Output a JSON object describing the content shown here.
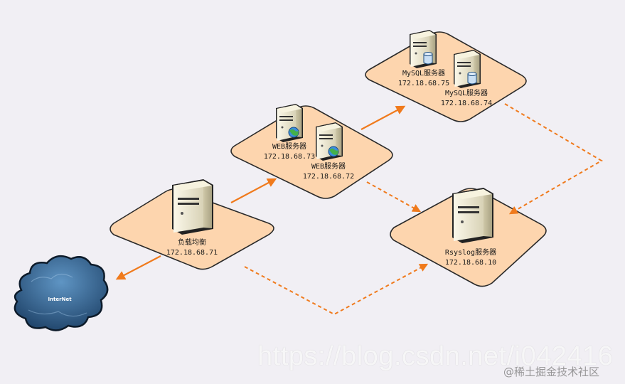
{
  "colors": {
    "zone_fill": "#fdd5ae",
    "zone_stroke": "#2a2a2a",
    "arrow": "#f07a1c",
    "cloud": "#2d5f8e",
    "server_body": "#f4f0dc"
  },
  "internet": {
    "label": "InterNet",
    "icon": "cloud-icon"
  },
  "load_balancer": {
    "name": "负载均衡",
    "ip": "172.18.68.71",
    "icon": "server-icon"
  },
  "web_servers": [
    {
      "name": "WEB服务器",
      "ip": "172.18.68.73",
      "icon": "web-server-icon"
    },
    {
      "name": "WEB服务器",
      "ip": "172.18.68.72",
      "icon": "web-server-icon"
    }
  ],
  "mysql_servers": [
    {
      "name": "MySQL服务器",
      "ip": "172.18.68.75",
      "icon": "database-server-icon"
    },
    {
      "name": "MySQL服务器",
      "ip": "172.18.68.74",
      "icon": "database-server-icon"
    }
  ],
  "rsyslog_server": {
    "name": "Rsyslog服务器",
    "ip": "172.18.68.10",
    "icon": "server-icon"
  },
  "watermark": {
    "text": "https://blog.csdn.net/i042416",
    "sub": "@稀土掘金技术社区"
  }
}
